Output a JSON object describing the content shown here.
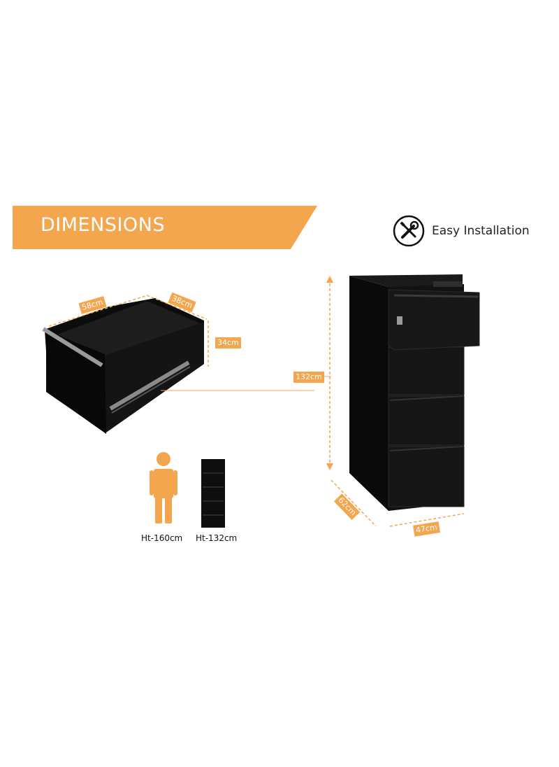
{
  "banner": {
    "title": "DIMENSIONS"
  },
  "feature": {
    "label": "Easy Installation",
    "icon": "tools-icon"
  },
  "drawer": {
    "width_label": "58cm",
    "depth_label": "38cm",
    "height_label": "34cm"
  },
  "cabinet": {
    "height_label": "132cm",
    "depth_label": "62cm",
    "width_label": "47cm"
  },
  "comparison": {
    "person_label": "Ht-160cm",
    "cabinet_label": "Ht-132cm"
  },
  "colors": {
    "accent": "#f4a64e",
    "product": "#111111"
  }
}
